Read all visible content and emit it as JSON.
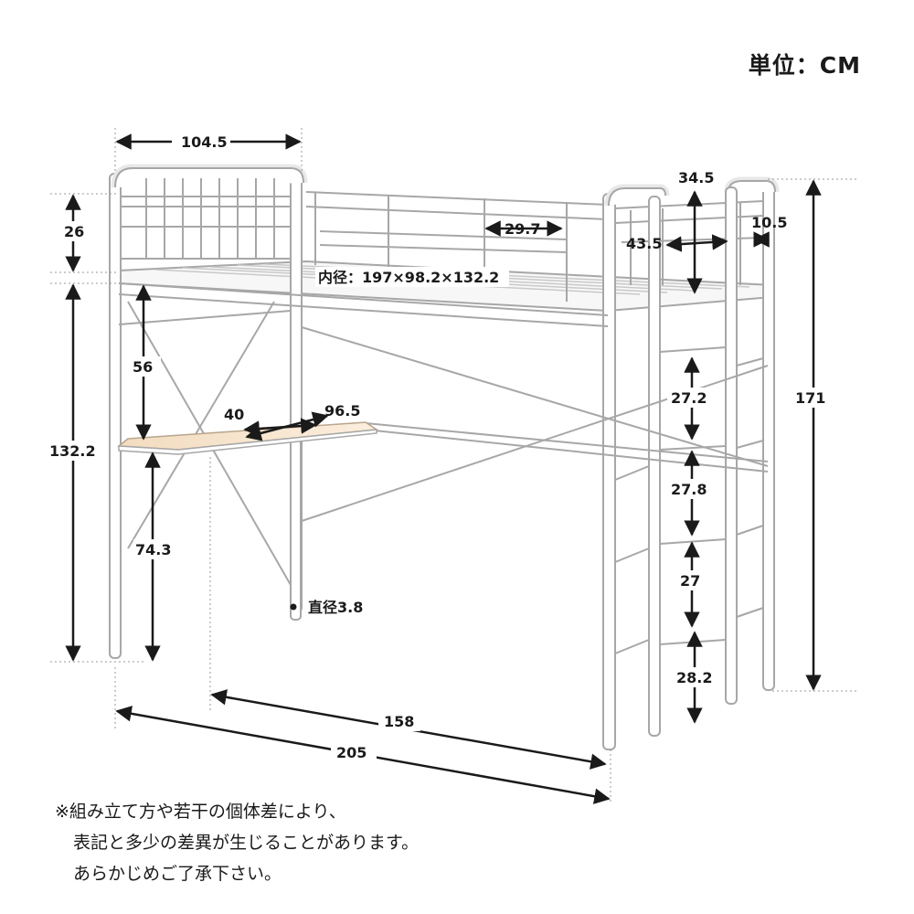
{
  "unit_label": "単位：CM",
  "dimensions": {
    "head_width": "104.5",
    "head_rise": "26",
    "clear_height": "132.2",
    "ladder_top": "34.5",
    "ladder_gap": "10.5",
    "ladder_depth": "43.5",
    "inner": "内径：197×98.2×132.2",
    "rail_gap": "29.7",
    "desk_gap": "56",
    "desk_depth": "40",
    "desk_width": "96.5",
    "desk_height": "74.3",
    "step1": "27.2",
    "step2": "27.8",
    "step3": "27",
    "step4": "28.2",
    "total_height": "171",
    "pipe": "直径3.8",
    "mid_length": "158",
    "total_length": "205"
  },
  "notes": [
    "※組み立て方や若干の個体差により、",
    "表記と多少の差異が生じることがあります。",
    "あらかじめご了承下さい。"
  ]
}
